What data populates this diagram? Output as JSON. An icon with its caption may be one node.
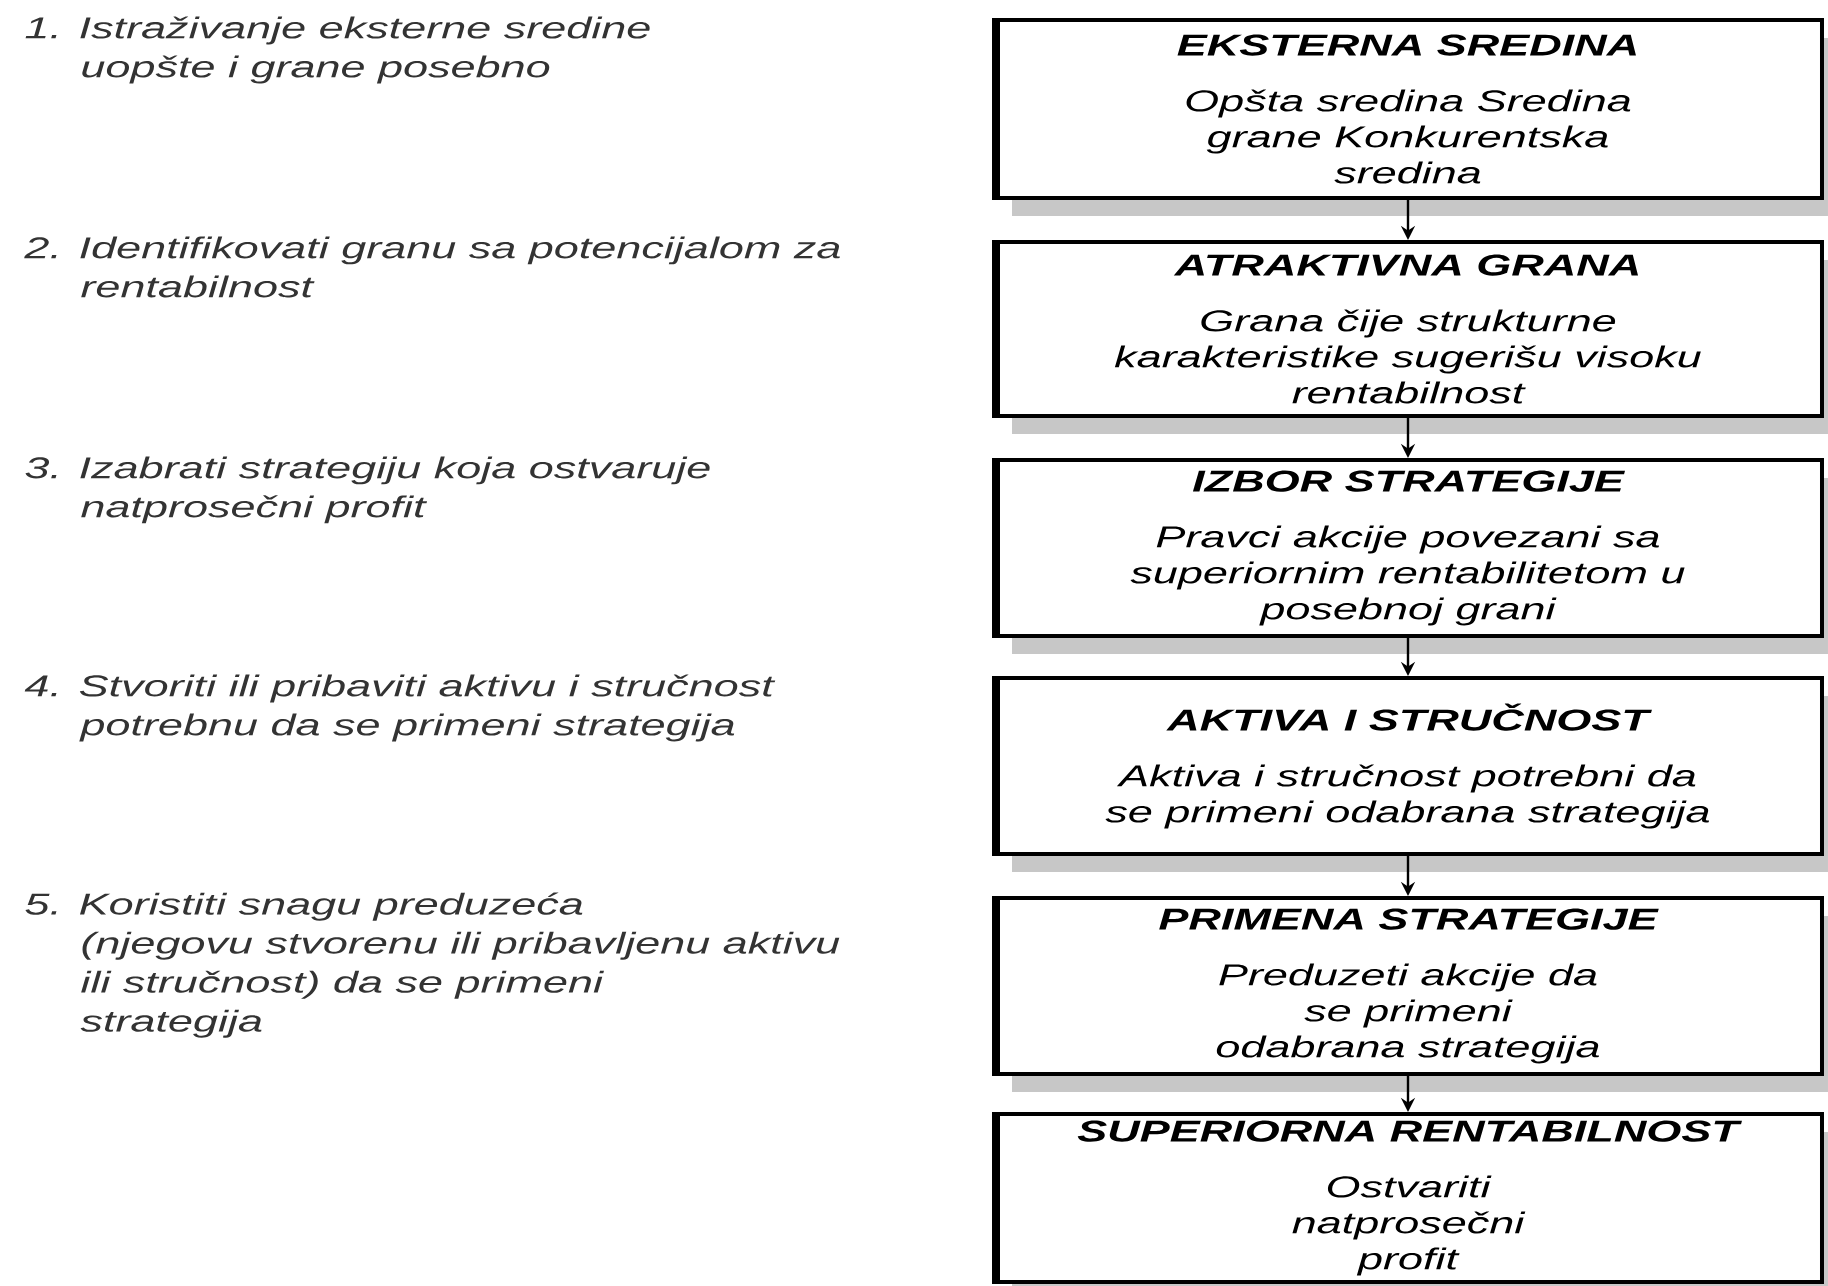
{
  "diagram": {
    "nodes": [
      {
        "text": [
          "EKSTERNA SREDINA",
          "Opšta sredina Sredina grane Konkurentska sredina"
        ]
      },
      {
        "text": [
          "ATRAKTIVNA GRANA",
          "Grana čije strukturne karakteristike sugerišu visoku rentabilnost"
        ]
      },
      {
        "text": [
          "IZBOR STRATEGIJE",
          "Pravci akcije povezani sa superiornim rentabilitetom u posebnoj grani"
        ]
      },
      {
        "text": [
          "AKTIVA I STRUČNOST",
          "Aktiva i stručnost potrebni da se primeni odabrana strategija"
        ]
      },
      {
        "text": [
          "PRIMENA STRATEGIJE",
          "Preduzeti akcije da se primeni odabrana strategija"
        ]
      },
      {
        "text": [
          "SUPERIORNA RENTABILNOST",
          "Ostvariti natprosečni profit"
        ]
      }
    ],
    "edges": [
      {
        "from": 0,
        "to": 1,
        "arrow": "to"
      },
      {
        "from": 1,
        "to": 2,
        "arrow": "to"
      },
      {
        "from": 2,
        "to": 3,
        "arrow": "to"
      },
      {
        "from": 3,
        "to": 4,
        "arrow": "to"
      },
      {
        "from": 4,
        "to": 5,
        "arrow": "to"
      }
    ],
    "labels": [
      "1. Istraživanje eksterne sredine uopšte i grane posebno",
      "2. Identifikovati granu sa potencijalom za rentabilnost",
      "3. Izabrati strategiju koja ostvaruje natprosečni profit",
      "4. Stvoriti ili pribaviti aktivu i stručnost potrebnu da se primeni strategija",
      "5. Koristiti snagu preduzeća (njegovu stvorenu ili pribavljenu aktivu ili stručnost) da se primeni strategija"
    ]
  }
}
